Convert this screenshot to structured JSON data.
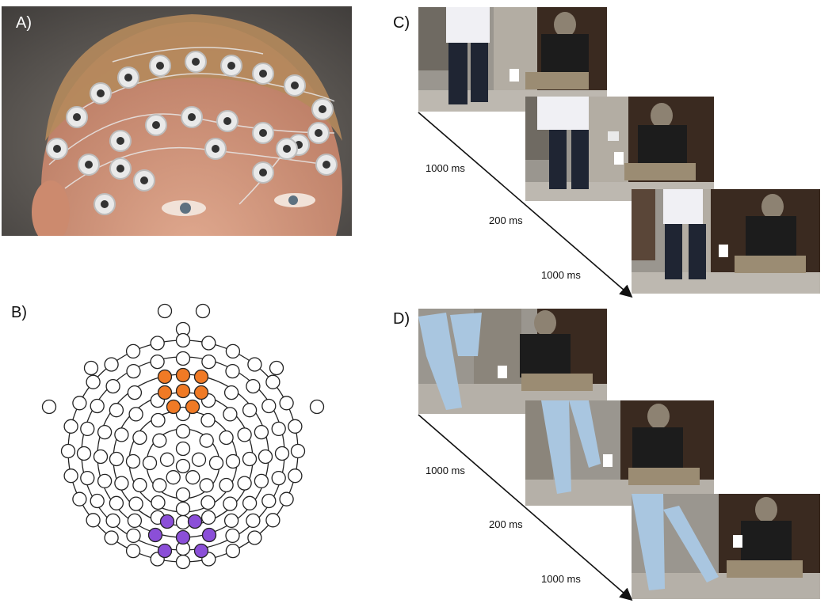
{
  "figure": {
    "panel_labels": {
      "a": "A)",
      "b": "B)",
      "c": "C)",
      "d": "D)"
    },
    "sequence_c": {
      "t1": "1000 ms",
      "t2": "200 ms",
      "t3": "1000 ms"
    },
    "sequence_d": {
      "t1": "1000 ms",
      "t2": "200 ms",
      "t3": "1000 ms"
    },
    "colors": {
      "frontal_cluster": "#f07a25",
      "posterior_cluster": "#8b4fd8",
      "electrode_outline": "#222222",
      "electrode_fill": "#ffffff",
      "photo_a_bg": "#6e6e6e",
      "stone": "#9a968f",
      "door": "#3a2a20",
      "jacket": "#1c1c1c",
      "jeans_light": "#a9c6e0",
      "jeans_dark": "#1f2533",
      "shirt": "#f0f0f4",
      "skin": "#d9a58a"
    }
  }
}
